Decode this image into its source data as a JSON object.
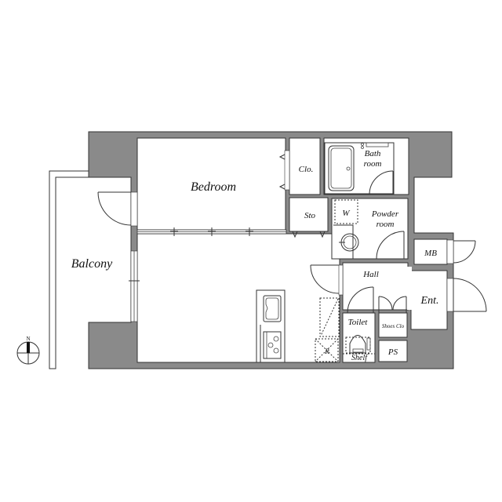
{
  "floor_plan": {
    "rooms": {
      "bedroom": "Bedroom",
      "balcony": "Balcony",
      "closet": "Clo.",
      "storage": "Sto",
      "bath_line1": "Bath",
      "bath_line2": "room",
      "powder_line1": "Powder",
      "powder_line2": "room",
      "washer": "W",
      "mb": "MB",
      "hall": "Hall",
      "entrance": "Ent.",
      "toilet": "Toilet",
      "shelf": "Shelf",
      "shoes_closet": "Shoes Clo",
      "ps": "PS",
      "refrigerator": "R"
    },
    "compass": {
      "north_label": "N"
    },
    "colors": {
      "wall": "#8a8a8a",
      "line": "#333333",
      "background": "#ffffff"
    }
  }
}
